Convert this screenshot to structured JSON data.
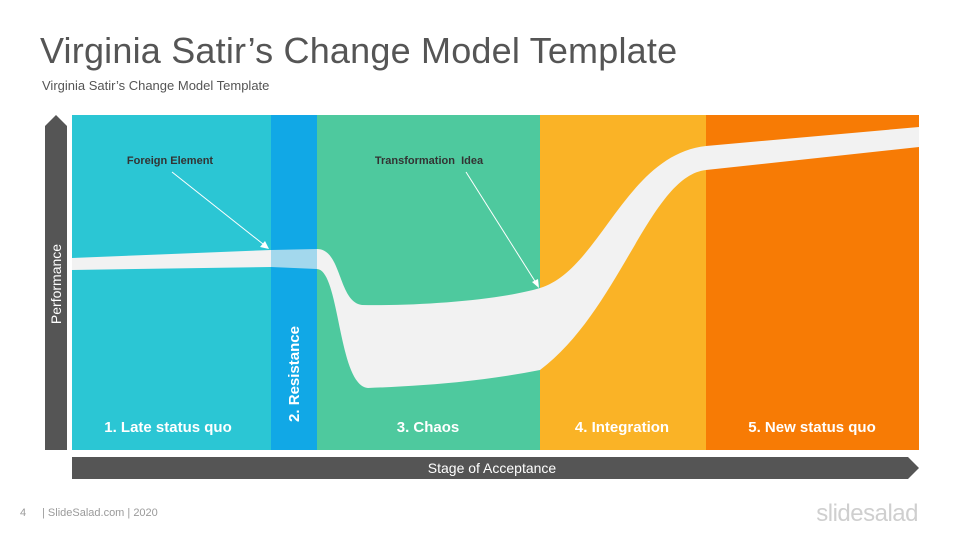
{
  "slide": {
    "title": "Virginia Satir’s Change Model Template",
    "subtitle": "Virginia Satir’s Change Model Template"
  },
  "diagram": {
    "y_axis_label": "Performance",
    "x_axis_label": "Stage of Acceptance",
    "stages": [
      {
        "label": "1. Late status quo",
        "color": "#2bc6d4"
      },
      {
        "label": "2. Resistance",
        "color": "#11a8e6"
      },
      {
        "label": "3. Chaos",
        "color": "#4ec99e"
      },
      {
        "label": "4. Integration",
        "color": "#fab326"
      },
      {
        "label": "5. New status quo",
        "color": "#f77b05"
      }
    ],
    "annotations": [
      {
        "label": "Foreign Element"
      },
      {
        "label": "Transformation  Idea"
      }
    ],
    "curve_color": "#f2f2f2",
    "axis_color": "#555555"
  },
  "footer": {
    "page_number": "4",
    "text": "| SlideSalad.com | 2020",
    "logo": "slidesalad"
  }
}
